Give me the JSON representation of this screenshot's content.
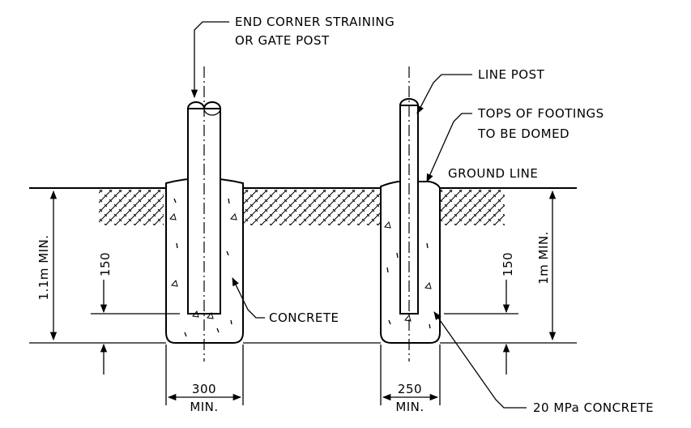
{
  "labels": {
    "end_post_line1": "END CORNER STRAINING",
    "end_post_line2": "OR GATE POST",
    "line_post": "LINE POST",
    "domed_line1": "TOPS OF FOOTINGS",
    "domed_line2": "TO BE DOMED",
    "ground_line": "GROUND LINE",
    "concrete": "CONCRETE",
    "mpa_concrete": "20 MPa CONCRETE",
    "depth_left": "1.1m MIN.",
    "depth_right": "1m MIN.",
    "offset_left": "150",
    "offset_right": "150",
    "width_left": "300",
    "width_left_min": "MIN.",
    "width_right": "250",
    "width_right_min": "MIN."
  }
}
